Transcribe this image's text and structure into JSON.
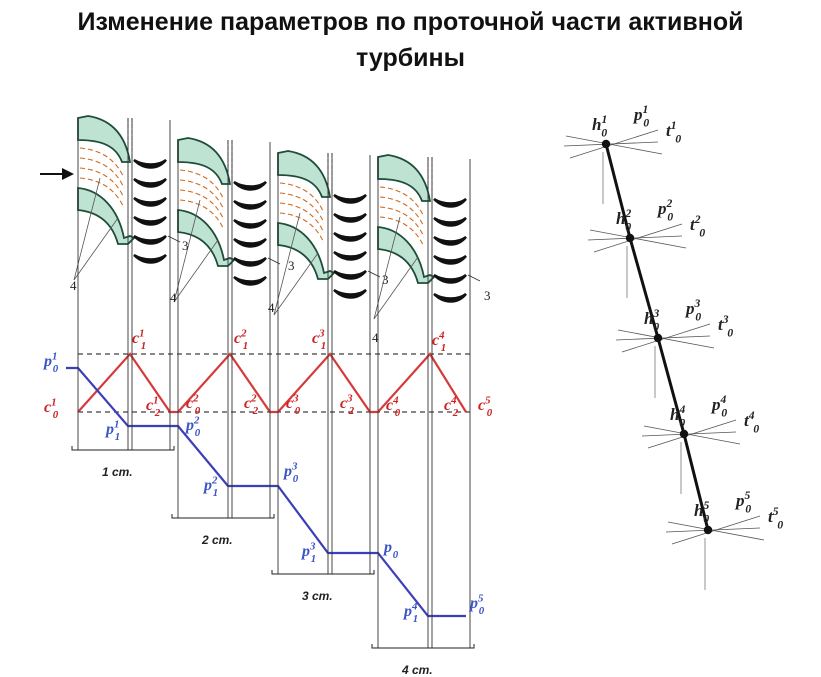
{
  "title": {
    "line1": "Изменение параметров по проточной части активной",
    "line2": "турбины"
  },
  "colors": {
    "pressure": "#3b3fb8",
    "velocity": "#d63a3a",
    "nozzle_fill": "#bfe3d3",
    "nozzle_stroke": "#1e4d3a",
    "flow_lines": "#d2691e",
    "blades": "#111111",
    "label_blue": "#3a55c8",
    "label_red": "#cc2222"
  },
  "arrow_icon": "right-arrow-icon",
  "stages": [
    {
      "label": "1 ст.",
      "n": "1"
    },
    {
      "label": "2 ст.",
      "n": "2"
    },
    {
      "label": "3 ст.",
      "n": "3"
    },
    {
      "label": "4 ст.",
      "n": "4"
    }
  ],
  "part_numbers": {
    "four": "4",
    "three": "3"
  },
  "labels": {
    "p0": [
      {
        "base": "p",
        "sub": "0",
        "sup": "1"
      },
      {
        "base": "p",
        "sub": "0",
        "sup": "2"
      },
      {
        "base": "p",
        "sub": "0",
        "sup": "3"
      },
      {
        "base": "p",
        "sub": "0",
        "sup": ""
      },
      {
        "base": "p",
        "sub": "0",
        "sup": "5"
      }
    ],
    "p1": [
      {
        "base": "p",
        "sub": "1",
        "sup": "1"
      },
      {
        "base": "p",
        "sub": "1",
        "sup": "2"
      },
      {
        "base": "p",
        "sub": "1",
        "sup": "3"
      },
      {
        "base": "p",
        "sub": "1",
        "sup": "4"
      }
    ],
    "c1": [
      {
        "base": "c",
        "sub": "1",
        "sup": "1"
      },
      {
        "base": "c",
        "sub": "1",
        "sup": "2"
      },
      {
        "base": "c",
        "sub": "1",
        "sup": "3"
      },
      {
        "base": "c",
        "sub": "1",
        "sup": "4"
      }
    ],
    "c0": [
      {
        "base": "c",
        "sub": "0",
        "sup": "1"
      },
      {
        "base": "c",
        "sub": "0",
        "sup": "2"
      },
      {
        "base": "c",
        "sub": "0",
        "sup": "3"
      },
      {
        "base": "c",
        "sub": "0",
        "sup": "4"
      },
      {
        "base": "c",
        "sub": "0",
        "sup": "5"
      }
    ],
    "c2": [
      {
        "base": "c",
        "sub": "2",
        "sup": "1"
      },
      {
        "base": "c",
        "sub": "2",
        "sup": "2"
      },
      {
        "base": "c",
        "sub": "2",
        "sup": "3"
      },
      {
        "base": "c",
        "sub": "2",
        "sup": "4"
      }
    ]
  },
  "hs_points": [
    {
      "h": {
        "base": "h",
        "sub": "0",
        "sup": "1"
      },
      "p": {
        "base": "p",
        "sub": "0",
        "sup": "1"
      },
      "t": {
        "base": "t",
        "sub": "0",
        "sup": "1"
      }
    },
    {
      "h": {
        "base": "h",
        "sub": "0",
        "sup": "2"
      },
      "p": {
        "base": "p",
        "sub": "0",
        "sup": "2"
      },
      "t": {
        "base": "t",
        "sub": "0",
        "sup": "2"
      }
    },
    {
      "h": {
        "base": "h",
        "sub": "0",
        "sup": "3"
      },
      "p": {
        "base": "p",
        "sub": "0",
        "sup": "3"
      },
      "t": {
        "base": "t",
        "sub": "0",
        "sup": "3"
      }
    },
    {
      "h": {
        "base": "h",
        "sub": "0",
        "sup": "4"
      },
      "p": {
        "base": "p",
        "sub": "0",
        "sup": "4"
      },
      "t": {
        "base": "t",
        "sub": "0",
        "sup": "4"
      }
    },
    {
      "h": {
        "base": "h",
        "sub": "0",
        "sup": "5"
      },
      "p": {
        "base": "p",
        "sub": "0",
        "sup": "5"
      },
      "t": {
        "base": "t",
        "sub": "0",
        "sup": "5"
      }
    }
  ]
}
